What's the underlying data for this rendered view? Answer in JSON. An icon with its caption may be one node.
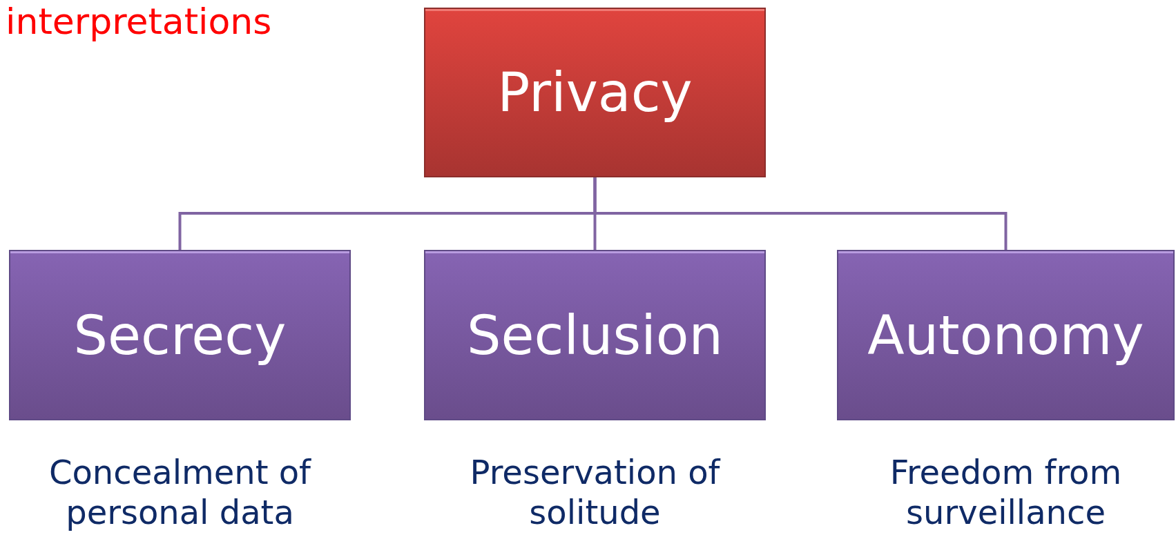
{
  "diagram": {
    "nodes": [
      {
        "text": [
          "Privacy"
        ]
      },
      {
        "text": [
          "Secrecy"
        ],
        "beside": [
          "Concealment of personal data"
        ]
      },
      {
        "text": [
          "Seclusion"
        ],
        "beside": [
          "Preservation of solitude"
        ]
      },
      {
        "text": [
          "Autonomy"
        ],
        "beside": [
          "Freedom from surveillance"
        ]
      }
    ],
    "edges": [
      {
        "from": 0,
        "to": 1,
        "arrow": "none"
      },
      {
        "from": 0,
        "to": 2,
        "arrow": "none"
      },
      {
        "from": 0,
        "to": 3,
        "arrow": "none"
      }
    ],
    "labels": [
      "interpretations"
    ]
  }
}
